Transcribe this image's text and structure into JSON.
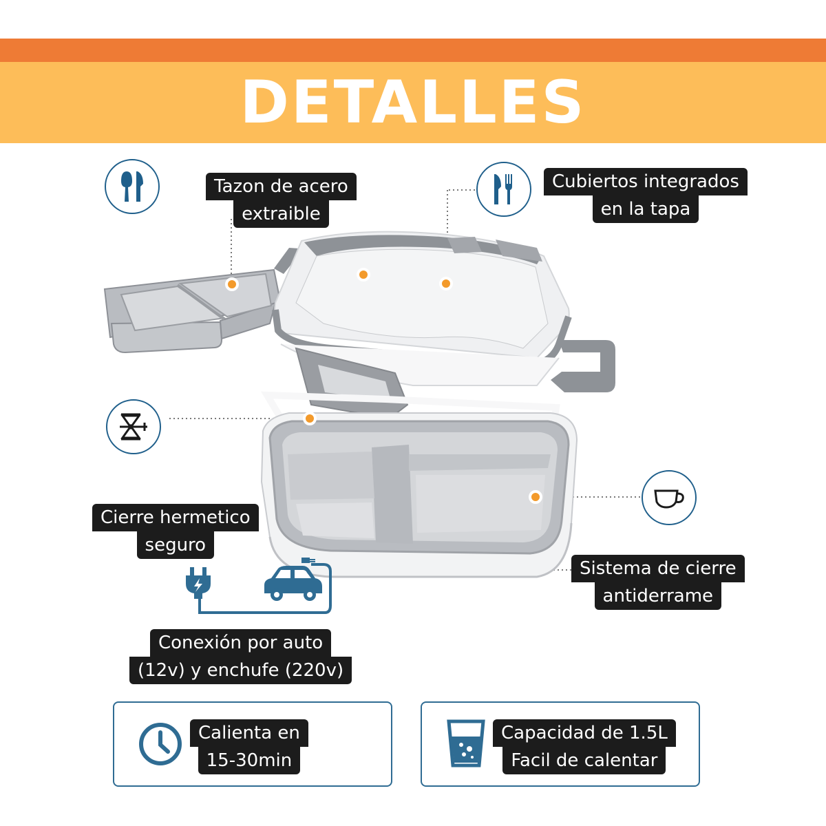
{
  "header": {
    "title": "DETALLES"
  },
  "colors": {
    "stripe": "#ee7b35",
    "banner": "#fdbd59",
    "label_bg": "#1c1c1c",
    "icon_blue": "#1f5f8b",
    "dot": "#f39a2b"
  },
  "labels": {
    "bowl": {
      "line1": "Tazon de acero",
      "line2": "extraible"
    },
    "cutlery": {
      "line1": "Cubiertos integrados",
      "line2": "en la tapa"
    },
    "seal": {
      "line1": "Cierre hermetico",
      "line2": "seguro"
    },
    "antispill": {
      "line1": "Sistema de cierre",
      "line2": "antiderrame"
    },
    "power": {
      "line1": "Conexión por auto",
      "line2": "(12v) y enchufe (220v)"
    },
    "heat": {
      "line1": "Calienta en",
      "line2": "15-30min"
    },
    "capacity": {
      "line1": "Capacidad de 1.5L",
      "line2": "Facil de calentar"
    }
  },
  "icons": [
    "spoon-knife-icon",
    "fork-knife-icon",
    "clamp-icon",
    "cup-icon",
    "plug-icon",
    "car-icon",
    "clock-icon",
    "glass-icon"
  ]
}
